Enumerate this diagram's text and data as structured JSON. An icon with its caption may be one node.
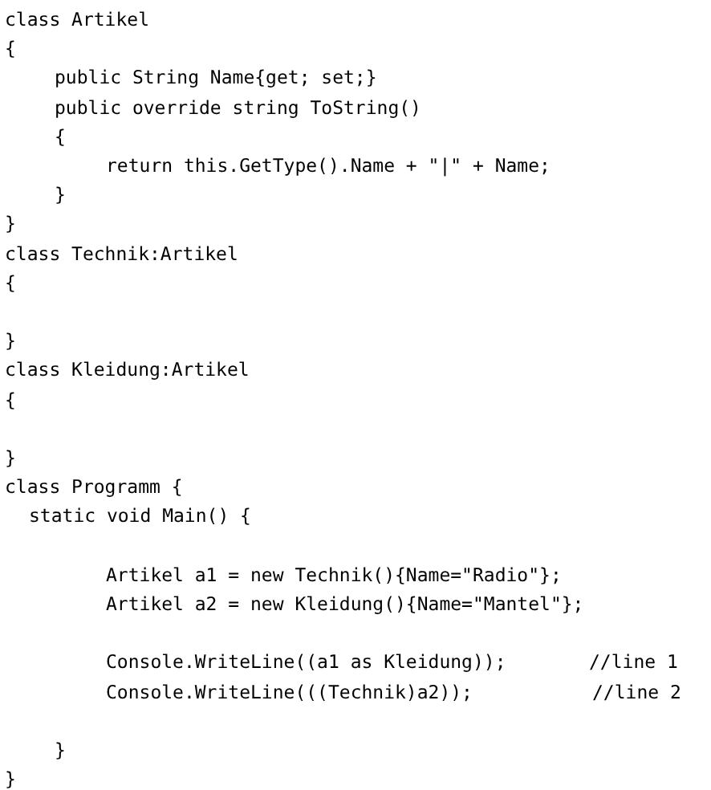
{
  "diagram": {
    "labels": [
      "class Artikel",
      "{",
      "public String Name{get; set;}",
      "public override string ToString()",
      "{",
      "return this.GetType().Name + \"|\" + Name;",
      "}",
      "}",
      "class Technik:Artikel",
      "{",
      "}",
      "class Kleidung:Artikel",
      "{",
      "}",
      "class Programm {",
      "static void Main() {",
      "Artikel a1 = new Technik(){Name=\"Radio\"};",
      "Artikel a2 = new Kleidung(){Name=\"Mantel\"};",
      "Console.WriteLine((a1 as Kleidung));",
      "//line 1",
      "Console.WriteLine(((Technik)a2));",
      "//line 2",
      "}",
      "}"
    ]
  }
}
